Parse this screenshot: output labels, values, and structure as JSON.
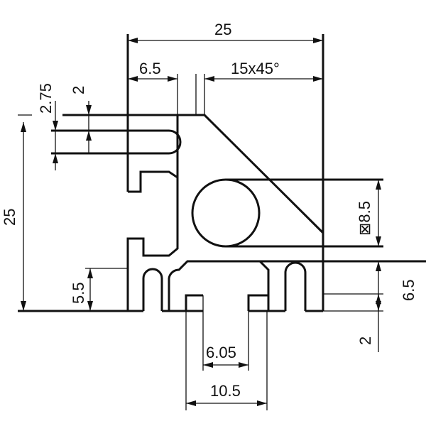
{
  "drawing": {
    "dimensions": {
      "overall_width": "25",
      "left_slot_width": "6.5",
      "chamfer": "15x45°",
      "slot_depth": "2.75",
      "slot_height": "2",
      "overall_height": "25",
      "bore_diameter": "⊠8.5",
      "lower_slot_height": "5.5",
      "right_slot_height": "6.5",
      "bottom_slot_depth": "2",
      "inner_slot_width": "6.05",
      "outer_slot_width": "10.5"
    },
    "colors": {
      "line": "#111111",
      "background": "#ffffff"
    }
  }
}
